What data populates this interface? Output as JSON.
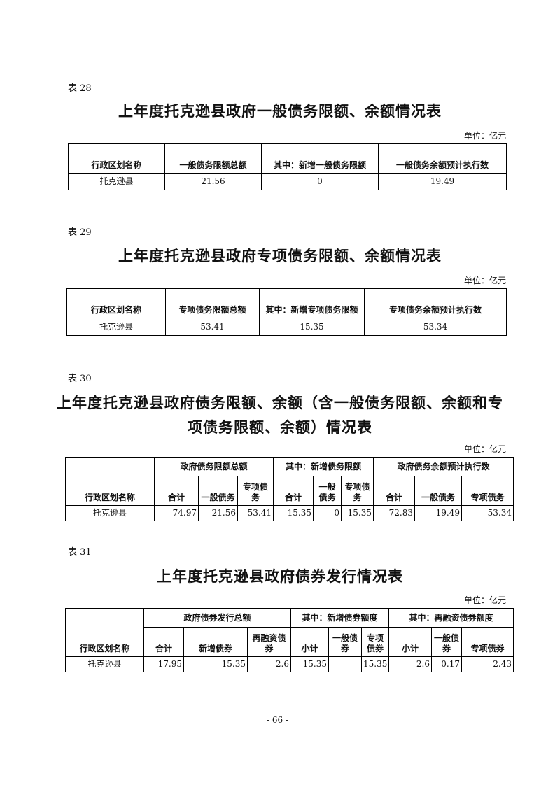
{
  "t28": {
    "no": "表 28",
    "title": "上年度托克逊县政府一般债务限额、余额情况表",
    "unit": "单位：亿元",
    "headers": [
      "行政区划名称",
      "一般债务限额总额",
      "其中：新增一般债务限额",
      "一般债务余额预计执行数"
    ],
    "row": [
      "托克逊县",
      "21.56",
      "0",
      "19.49"
    ]
  },
  "t29": {
    "no": "表 29",
    "title": "上年度托克逊县政府专项债务限额、余额情况表",
    "unit": "单位：亿元",
    "headers": [
      "行政区划名称",
      "专项债务限额总额",
      "其中：新增专项债务限额",
      "专项债务余额预计执行数"
    ],
    "row": [
      "托克逊县",
      "53.41",
      "15.35",
      "53.34"
    ]
  },
  "t30": {
    "no": "表 30",
    "title1": "上年度托克逊县政府债务限额、余额（含一般债务限额、余额和专",
    "title2": "项债务限额、余额）情况表",
    "unit": "单位：亿元",
    "groups": [
      "政府债务限额总额",
      "其中：新增债务限额",
      "政府债务余额预计执行数"
    ],
    "name_header": "行政区划名称",
    "sub": [
      "合计",
      "一般债务",
      "专项债务",
      "合计",
      "一般债务",
      "专项债务",
      "合计",
      "一般债务",
      "专项债务"
    ],
    "row": [
      "托克逊县",
      "74.97",
      "21.56",
      "53.41",
      "15.35",
      "0",
      "15.35",
      "72.83",
      "19.49",
      "53.34"
    ]
  },
  "t31": {
    "no": "表 31",
    "title": "上年度托克逊县政府债券发行情况表",
    "unit": "单位：亿元",
    "groups": [
      "政府债券发行总额",
      "其中：新增债券额度",
      "其中：再融资债券额度"
    ],
    "name_header": "行政区划名称",
    "sub": [
      "合计",
      "新增债券",
      "再融资债券",
      "小计",
      "一般债券",
      "专项债券",
      "小计",
      "一般债券",
      "专项债券"
    ],
    "row": [
      "托克逊县",
      "17.95",
      "15.35",
      "2.6",
      "15.35",
      "",
      "15.35",
      "2.6",
      "0.17",
      "2.43"
    ]
  },
  "page": "- 66 -"
}
